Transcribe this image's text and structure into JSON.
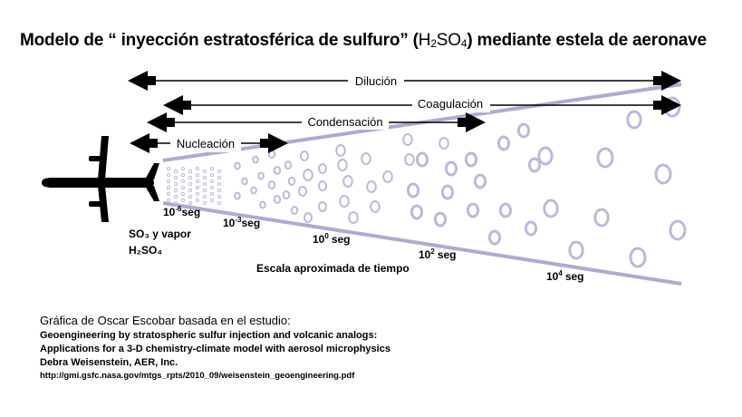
{
  "title": {
    "part1": "Modelo de “ inyección estratosférica de sulfuro” (",
    "chem_h": "H",
    "chem_2": "2",
    "chem_so": "SO",
    "chem_4": "4",
    "part2": ") mediante estela de aeronave"
  },
  "processes": {
    "dilucion": "Dilución",
    "coagulacion": "Coagulación",
    "condensacion": "Condensación",
    "nucleacion": "Nucleación"
  },
  "emission": {
    "line1": "SO₃ y vapor",
    "line2": "H₂SO₄"
  },
  "times": [
    {
      "base": "10",
      "exp": "-6",
      "unit": "seg"
    },
    {
      "base": "10",
      "exp": "-3",
      "unit": "seg"
    },
    {
      "base": "10",
      "exp": "0",
      "unit": "seg"
    },
    {
      "base": "10",
      "exp": "2",
      "unit": "seg"
    },
    {
      "base": "10",
      "exp": "4",
      "unit": "seg"
    }
  ],
  "scale_label": "Escala aproximada de tiempo",
  "credits": {
    "line1": "Gráfica de Oscar Escobar basada en el estudio:",
    "line2": "Geoengineering by stratospheric sulfur injection and volcanic analogs:",
    "line3": "Applications for a 3-D chemistry-climate model with aerosol microphysics",
    "line4": "Debra Weisenstein, AER, Inc.",
    "url": "http://gmi.gsfc.nasa.gov/mtgs_rpts/2010_09/weisenstein_geoengineering.pdf"
  },
  "colors": {
    "particle": "#c2b6dc",
    "plume_edge": "#b4a8d2",
    "arrow": "#000000"
  },
  "icons": {
    "aircraft": "airplane-top-view-icon"
  }
}
